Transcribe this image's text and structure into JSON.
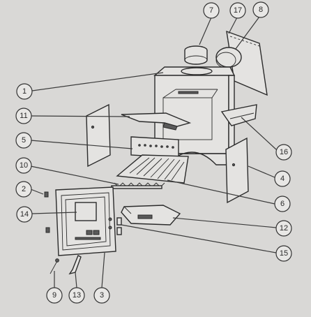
{
  "diagram": {
    "callouts": [
      {
        "id": "c7",
        "label": "7"
      },
      {
        "id": "c17",
        "label": "17"
      },
      {
        "id": "c8",
        "label": "8"
      },
      {
        "id": "c1",
        "label": "1"
      },
      {
        "id": "c11",
        "label": "11"
      },
      {
        "id": "c5",
        "label": "5"
      },
      {
        "id": "c10",
        "label": "10"
      },
      {
        "id": "c2",
        "label": "2"
      },
      {
        "id": "c14",
        "label": "14"
      },
      {
        "id": "c16",
        "label": "16"
      },
      {
        "id": "c4",
        "label": "4"
      },
      {
        "id": "c6",
        "label": "6"
      },
      {
        "id": "c12",
        "label": "12"
      },
      {
        "id": "c15",
        "label": "15"
      },
      {
        "id": "c9",
        "label": "9"
      },
      {
        "id": "c13",
        "label": "13"
      },
      {
        "id": "c3",
        "label": "3"
      }
    ]
  }
}
